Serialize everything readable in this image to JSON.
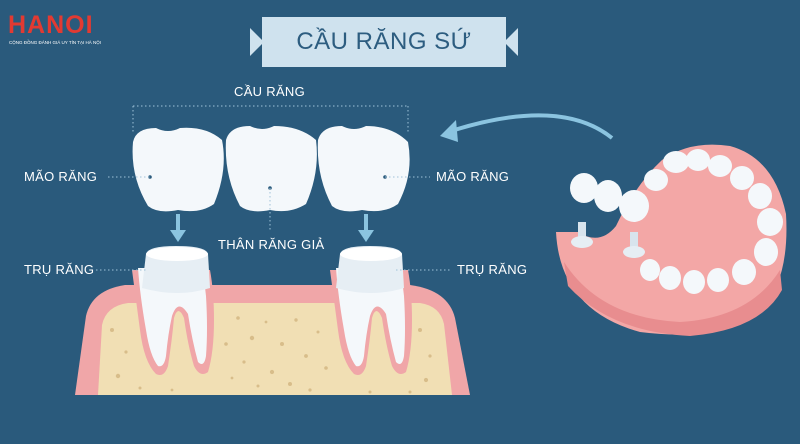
{
  "logo": {
    "word": "HANOI",
    "tagline": "CỘNG ĐỒNG ĐÁNH GIÁ UY TÍN TẠI HÀ NỘI"
  },
  "title": "CẦU RĂNG SỨ",
  "labels": {
    "bridge": "CẦU RĂNG",
    "crown_left": "MÃO RĂNG",
    "crown_right": "MÃO RĂNG",
    "pontic": "THÂN RĂNG GIẢ",
    "abutment_left": "TRỤ RĂNG",
    "abutment_right": "TRỤ RĂNG"
  },
  "colors": {
    "background": "#2a5a7c",
    "banner": "#cfe2ee",
    "title_text": "#2d5d80",
    "bone": "#f1dfb4",
    "gum": "#f0a6a8",
    "tooth": "#f4f8fb",
    "arrow": "#8bc4e0",
    "logo_red": "#e23a32"
  }
}
